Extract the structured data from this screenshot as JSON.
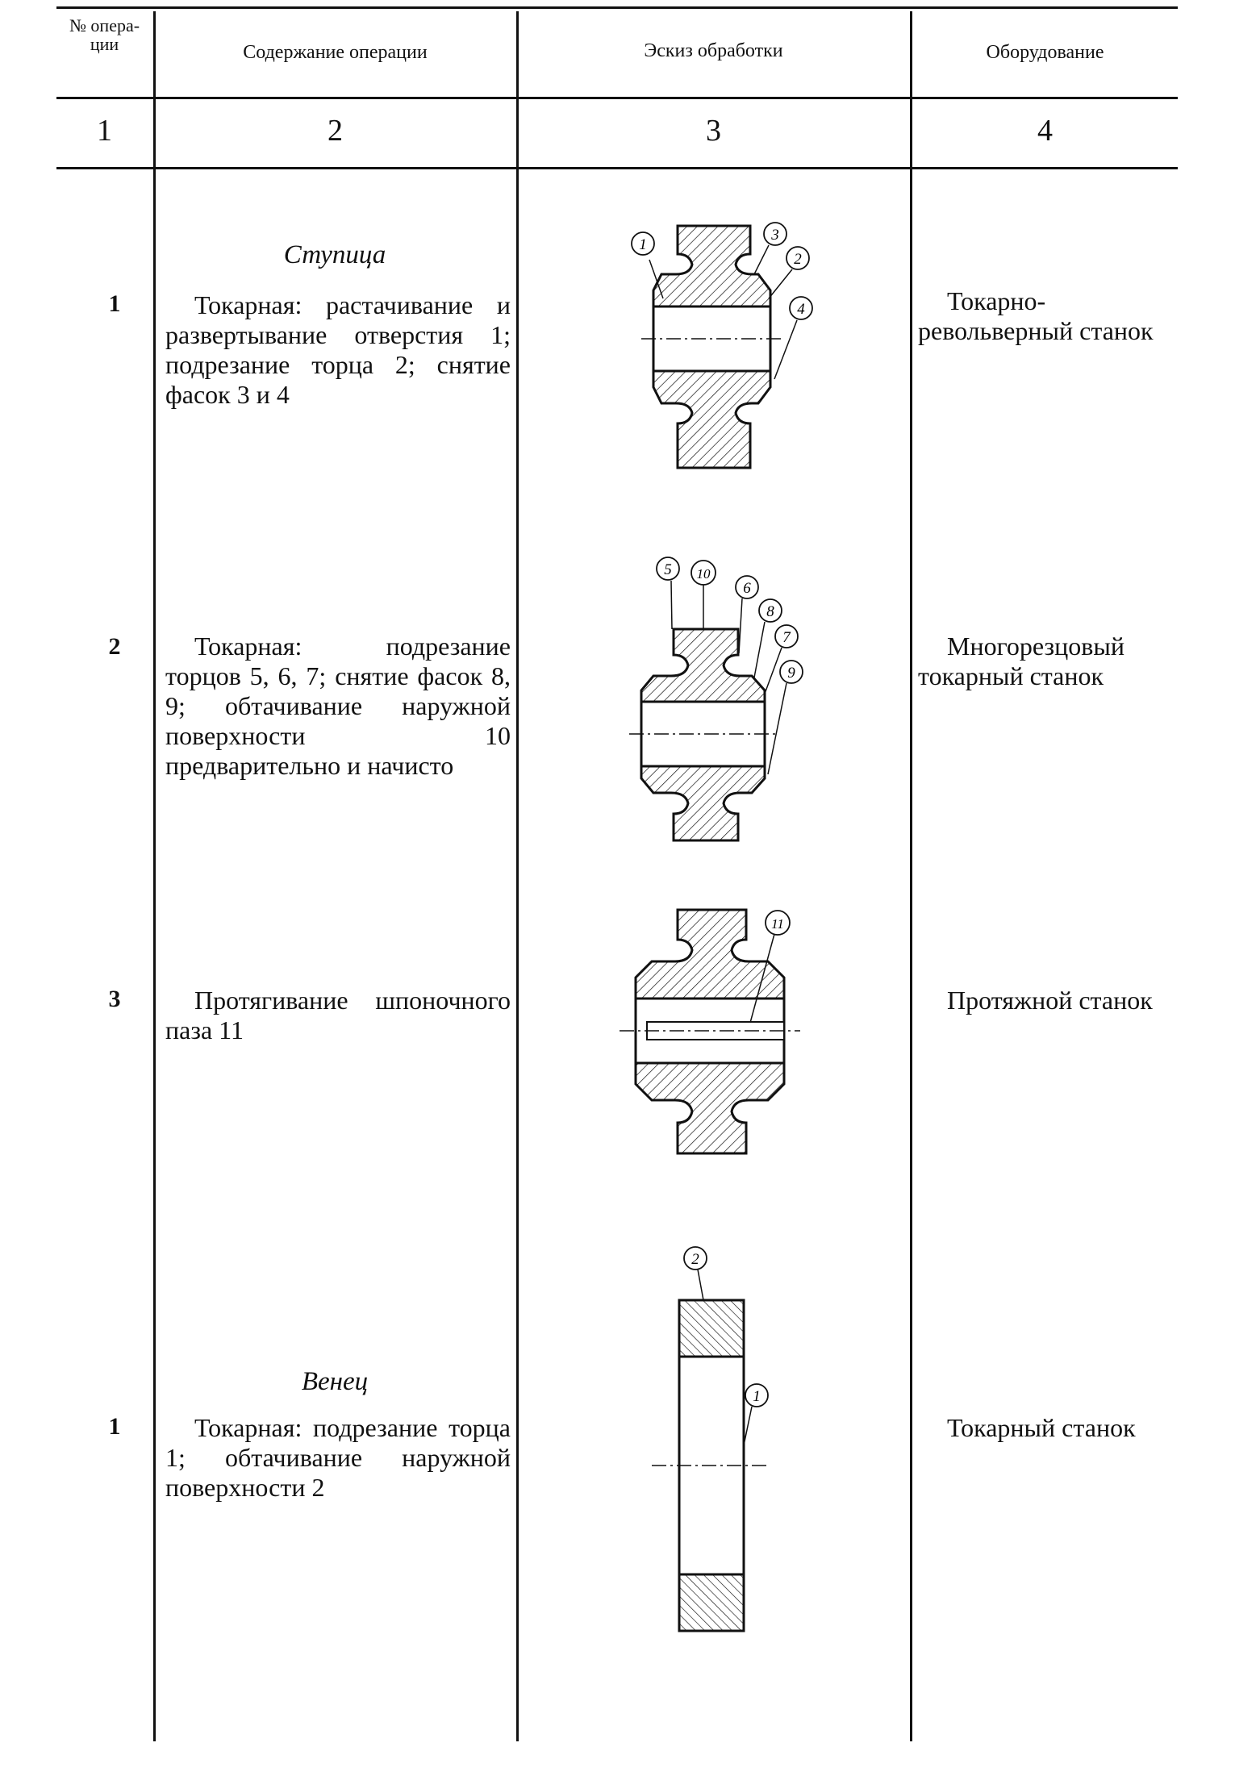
{
  "header": {
    "col1": "№ опера- ции",
    "col2": "Содержание операции",
    "col3": "Эскиз обработки",
    "col4": "Оборудование"
  },
  "column_numbers": [
    "1",
    "2",
    "3",
    "4"
  ],
  "sections": {
    "hub": "Ступица",
    "rim": "Венец"
  },
  "rows": [
    {
      "num": "1",
      "description": "Токарная: растачивание и развертывание отверстия 1; подрезание торца 2; снятие фасок 3 и 4",
      "equipment": "Токарно-револьверный станок",
      "callouts": [
        "1",
        "3",
        "2",
        "4"
      ]
    },
    {
      "num": "2",
      "description": "Токарная: подрезание торцов 5, 6, 7; снятие фасок 8, 9; обтачивание наружной поверхности 10 предварительно и начисто",
      "equipment": "Многорезцовый токарный станок",
      "callouts": [
        "5",
        "10",
        "6",
        "8",
        "7",
        "9"
      ]
    },
    {
      "num": "3",
      "description": "Протягивание шпоночного паза 11",
      "equipment": "Протяжной станок",
      "callouts": [
        "11"
      ]
    },
    {
      "num": "1",
      "description": "Токарная: подрезание торца 1; обтачивание наружной поверхности 2",
      "equipment": "Токарный станок",
      "callouts": [
        "2",
        "1"
      ]
    }
  ]
}
